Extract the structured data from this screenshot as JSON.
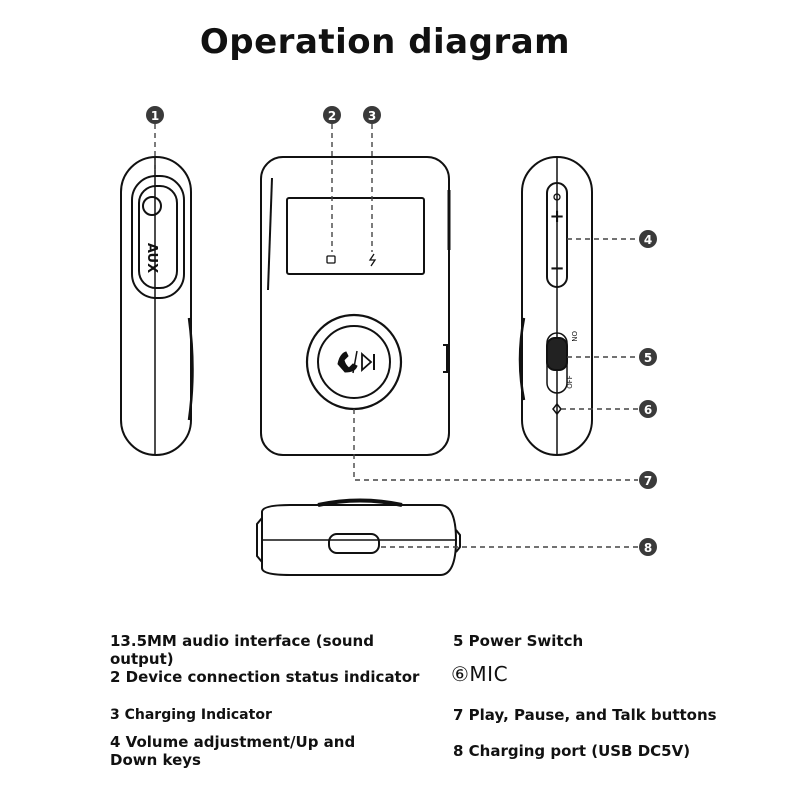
{
  "title": "Operation diagram",
  "device": {
    "aux_label": "AUX",
    "plus_label": "+",
    "minus_label": "−",
    "switch_on_label": "ON",
    "switch_off_label": "OFF"
  },
  "callouts": [
    {
      "number": "1"
    },
    {
      "number": "2"
    },
    {
      "number": "3"
    },
    {
      "number": "4"
    },
    {
      "number": "5"
    },
    {
      "number": "6"
    },
    {
      "number": "7"
    },
    {
      "number": "8"
    }
  ],
  "legend": [
    {
      "text": "13.5MM audio interface (sound output)"
    },
    {
      "text": "2 Device connection status indicator"
    },
    {
      "text": "3 Charging Indicator"
    },
    {
      "text": "4 Volume adjustment/Up and Down keys"
    },
    {
      "text": "5 Power Switch"
    },
    {
      "text": "⑥MIC"
    },
    {
      "text": "7 Play, Pause, and Talk buttons"
    },
    {
      "text": "8 Charging port (USB DC5V)"
    }
  ],
  "colors": {
    "outline": "#111111",
    "callout_fill": "#3a3a3a",
    "leader_line": "#444444"
  }
}
